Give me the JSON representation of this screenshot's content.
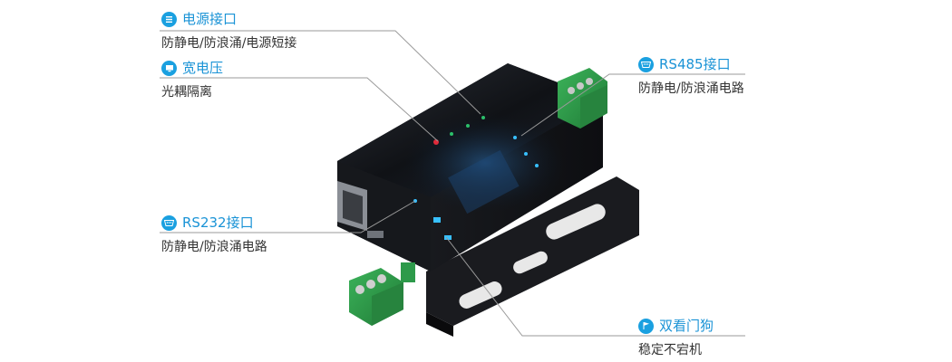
{
  "colors": {
    "accent": "#1a93d6",
    "badge": "#1aa0e0",
    "text": "#333333",
    "leader_line": "#9a9a9a",
    "device_body": "#121418",
    "terminal_green": "#2d9a4a"
  },
  "callouts": {
    "power": {
      "icon": "power-port-icon",
      "title": "电源接口",
      "desc": "防静电/防浪涌/电源短接"
    },
    "voltage": {
      "icon": "monitor-icon",
      "title": "宽电压",
      "desc": "光耦隔离"
    },
    "rs485": {
      "icon": "serial-port-icon",
      "title": "RS485接口",
      "desc": "防静电/防浪涌电路"
    },
    "rs232": {
      "icon": "serial-port-icon",
      "title": "RS232接口",
      "desc": "防静电/防浪涌电路"
    },
    "watchdog": {
      "icon": "flag-icon",
      "title": "双看门狗",
      "desc": "稳定不宕机"
    }
  }
}
